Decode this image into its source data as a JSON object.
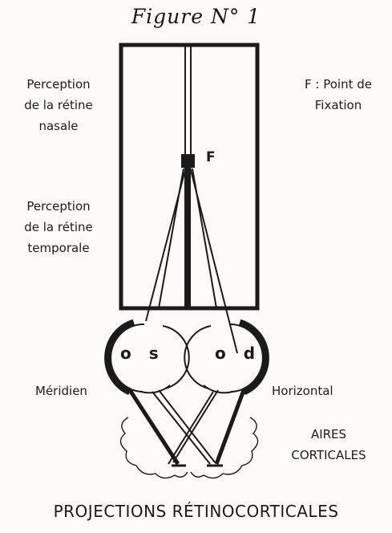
{
  "figure": {
    "title": "Figure N° 1",
    "bottom_caption": "PROJECTIONS RÉTINOCORTICALES"
  },
  "labels": {
    "nasale": [
      "Perception",
      "de la rétine",
      "nasale"
    ],
    "temporale": [
      "Perception",
      "de la rétine",
      "temporale"
    ],
    "fixation": [
      "F : Point de",
      "Fixation"
    ],
    "meridien": "Méridien",
    "horizontal": "Horizontal",
    "aires": [
      "AIRES",
      "CORTICALES"
    ]
  },
  "diagram_letters": {
    "fixation_point": "F",
    "left_eye": "os",
    "right_eye": "od"
  },
  "colors": {
    "ink": "#1b1b1b",
    "paper": "#fbfaf7"
  }
}
